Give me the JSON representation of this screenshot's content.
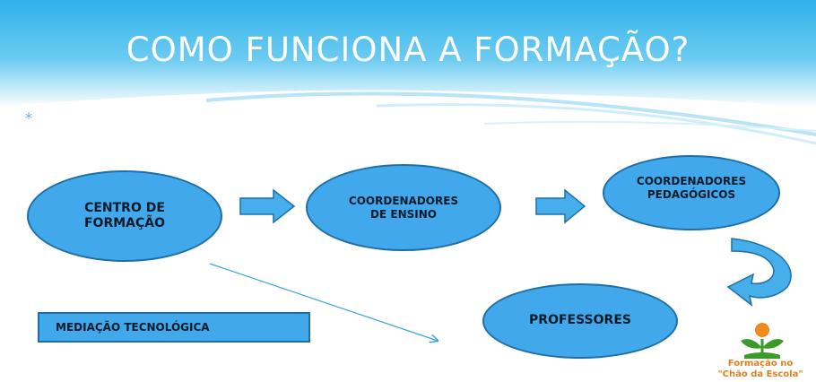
{
  "header": {
    "title": "COMO FUNCIONA A FORMAÇÃO?",
    "bullet": "*"
  },
  "diagram": {
    "nodes": {
      "centro": {
        "line1": "CENTRO DE",
        "line2": "FORMAÇÃO"
      },
      "coordenadores_ensino": {
        "line1": "COORDENADORES",
        "line2": "DE ENSINO"
      },
      "coordenadores_pedagogicos": {
        "line1": "COORDENADORES",
        "line2": "PEDAGÓGICOS"
      },
      "professores": {
        "label": "PROFESSORES"
      }
    },
    "mediacao": {
      "label": "MEDIAÇÃO TECNOLÓGICA"
    }
  },
  "logo": {
    "line1": "Formação no",
    "line2": "\"Chão da Escola\""
  },
  "colors": {
    "node_fill": "#41a9eb",
    "node_border": "#1e6fa8",
    "header_top": "#2fb2ea",
    "arrow_fill": "#46aeea",
    "logo_orange": "#f08a1c",
    "logo_green": "#3a9a2a"
  }
}
